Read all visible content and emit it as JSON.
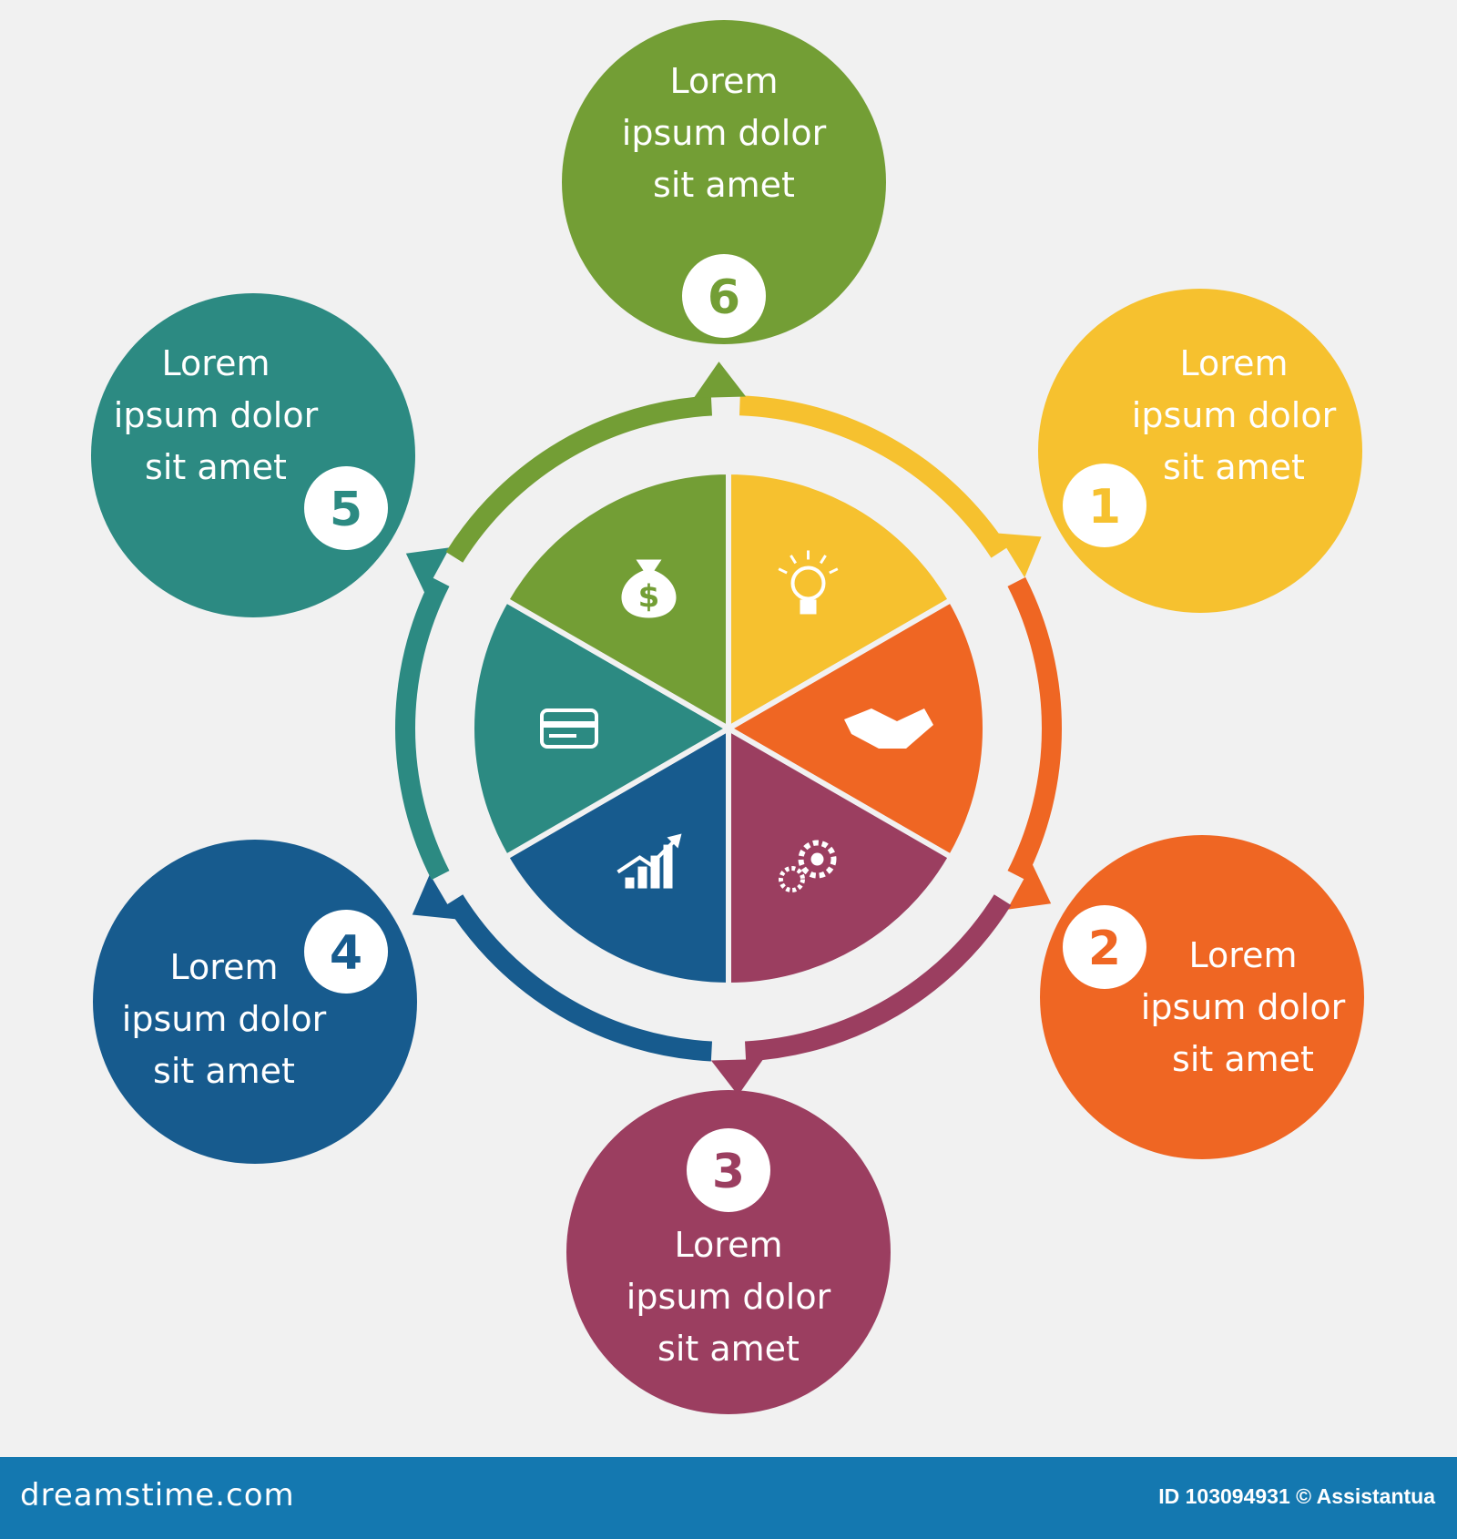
{
  "steps": [
    {
      "number": "1",
      "lines": [
        "Lorem",
        "ipsum dolor",
        "sit amet"
      ],
      "color": "#f6c12f",
      "icon": "lightbulb-icon"
    },
    {
      "number": "2",
      "lines": [
        "Lorem",
        "ipsum dolor",
        "sit amet"
      ],
      "color": "#ef6623",
      "icon": "handshake-icon"
    },
    {
      "number": "3",
      "lines": [
        "Lorem",
        "ipsum dolor",
        "sit amet"
      ],
      "color": "#9b3e60",
      "icon": "gears-icon"
    },
    {
      "number": "4",
      "lines": [
        "Lorem",
        "ipsum dolor",
        "sit amet"
      ],
      "color": "#175b8e",
      "icon": "growth-chart-icon"
    },
    {
      "number": "5",
      "lines": [
        "Lorem",
        "ipsum dolor",
        "sit amet"
      ],
      "color": "#2c8a82",
      "icon": "credit-card-icon"
    },
    {
      "number": "6",
      "lines": [
        "Lorem",
        "ipsum dolor",
        "sit amet"
      ],
      "color": "#739e35",
      "icon": "money-bag-icon"
    }
  ],
  "footer": {
    "brand": "dreamstime.com",
    "stock_id": "ID 103094931 © Assistantua"
  }
}
